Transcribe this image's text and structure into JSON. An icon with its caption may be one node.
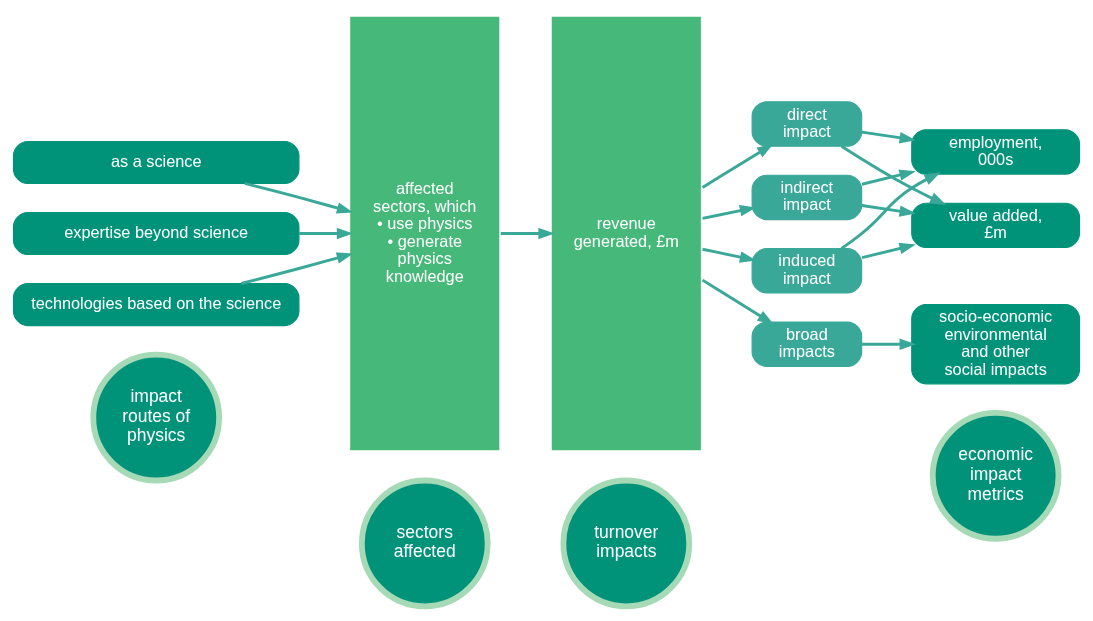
{
  "diagram": {
    "nodes": [
      {
        "text": [
          "impact routes of physics"
        ]
      },
      {
        "text": [
          "sectors affected"
        ]
      },
      {
        "text": [
          "turnover impacts"
        ]
      },
      {
        "text": [
          "economic impact metrics"
        ]
      },
      {
        "text": [
          "as a science"
        ]
      },
      {
        "text": [
          "expertise beyond science"
        ]
      },
      {
        "text": [
          "technologies based on the science"
        ]
      },
      {
        "text": [
          "affected sectors, which",
          "• use physics",
          "• generate physics knowledge"
        ]
      },
      {
        "text": [
          "revenue generated, £m"
        ]
      },
      {
        "text": [
          "direct impact"
        ]
      },
      {
        "text": [
          "indirect impact"
        ]
      },
      {
        "text": [
          "induced impact"
        ]
      },
      {
        "text": [
          "broad impacts"
        ]
      },
      {
        "text": [
          "value added, £m"
        ]
      },
      {
        "text": [
          "employment, 000s"
        ]
      },
      {
        "text": [
          "socio-economic environmental and other social impacts"
        ]
      }
    ],
    "edges": [
      {
        "from": 4,
        "to": 7,
        "arrow": "to"
      },
      {
        "from": 5,
        "to": 7,
        "arrow": "to"
      },
      {
        "from": 6,
        "to": 7,
        "arrow": "to"
      },
      {
        "from": 7,
        "to": 8,
        "arrow": "to"
      },
      {
        "from": 8,
        "to": 9,
        "arrow": "to"
      },
      {
        "from": 8,
        "to": 10,
        "arrow": "to"
      },
      {
        "from": 8,
        "to": 11,
        "arrow": "to"
      },
      {
        "from": 8,
        "to": 12,
        "arrow": "to"
      },
      {
        "from": 9,
        "to": 13,
        "arrow": "to"
      },
      {
        "from": 9,
        "to": 14,
        "arrow": "to"
      },
      {
        "from": 10,
        "to": 13,
        "arrow": "to"
      },
      {
        "from": 10,
        "to": 14,
        "arrow": "to"
      },
      {
        "from": 11,
        "to": 13,
        "arrow": "to"
      },
      {
        "from": 11,
        "to": 14,
        "arrow": "to"
      },
      {
        "from": 12,
        "to": 15,
        "arrow": "to"
      }
    ]
  }
}
